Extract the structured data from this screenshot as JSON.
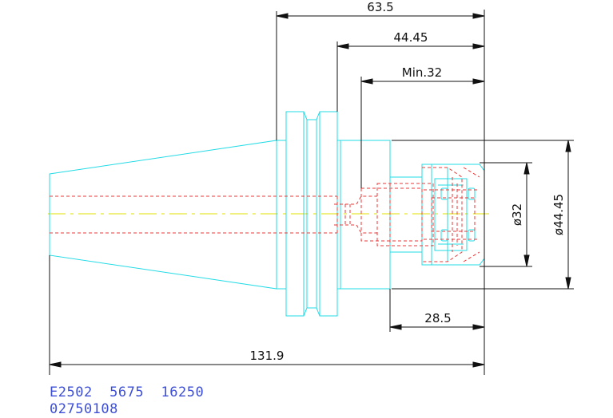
{
  "colors": {
    "body": "#22dbe6",
    "hidden": "#e83a3a",
    "centerline": "#e2e000",
    "dimension": "#111111",
    "text_blue": "#3d4fd6"
  },
  "dimensions": {
    "overall_length": "131.9",
    "gauge_to_end": "63.5",
    "flange_to_end": "44.45",
    "min_depth": "Min.32",
    "nut_length": "28.5",
    "clamp_diameter": "ø32",
    "nut_diameter": "ø44.45"
  },
  "part": {
    "code_line1": "E2502  5675  16250",
    "code_line2": "02750108"
  }
}
